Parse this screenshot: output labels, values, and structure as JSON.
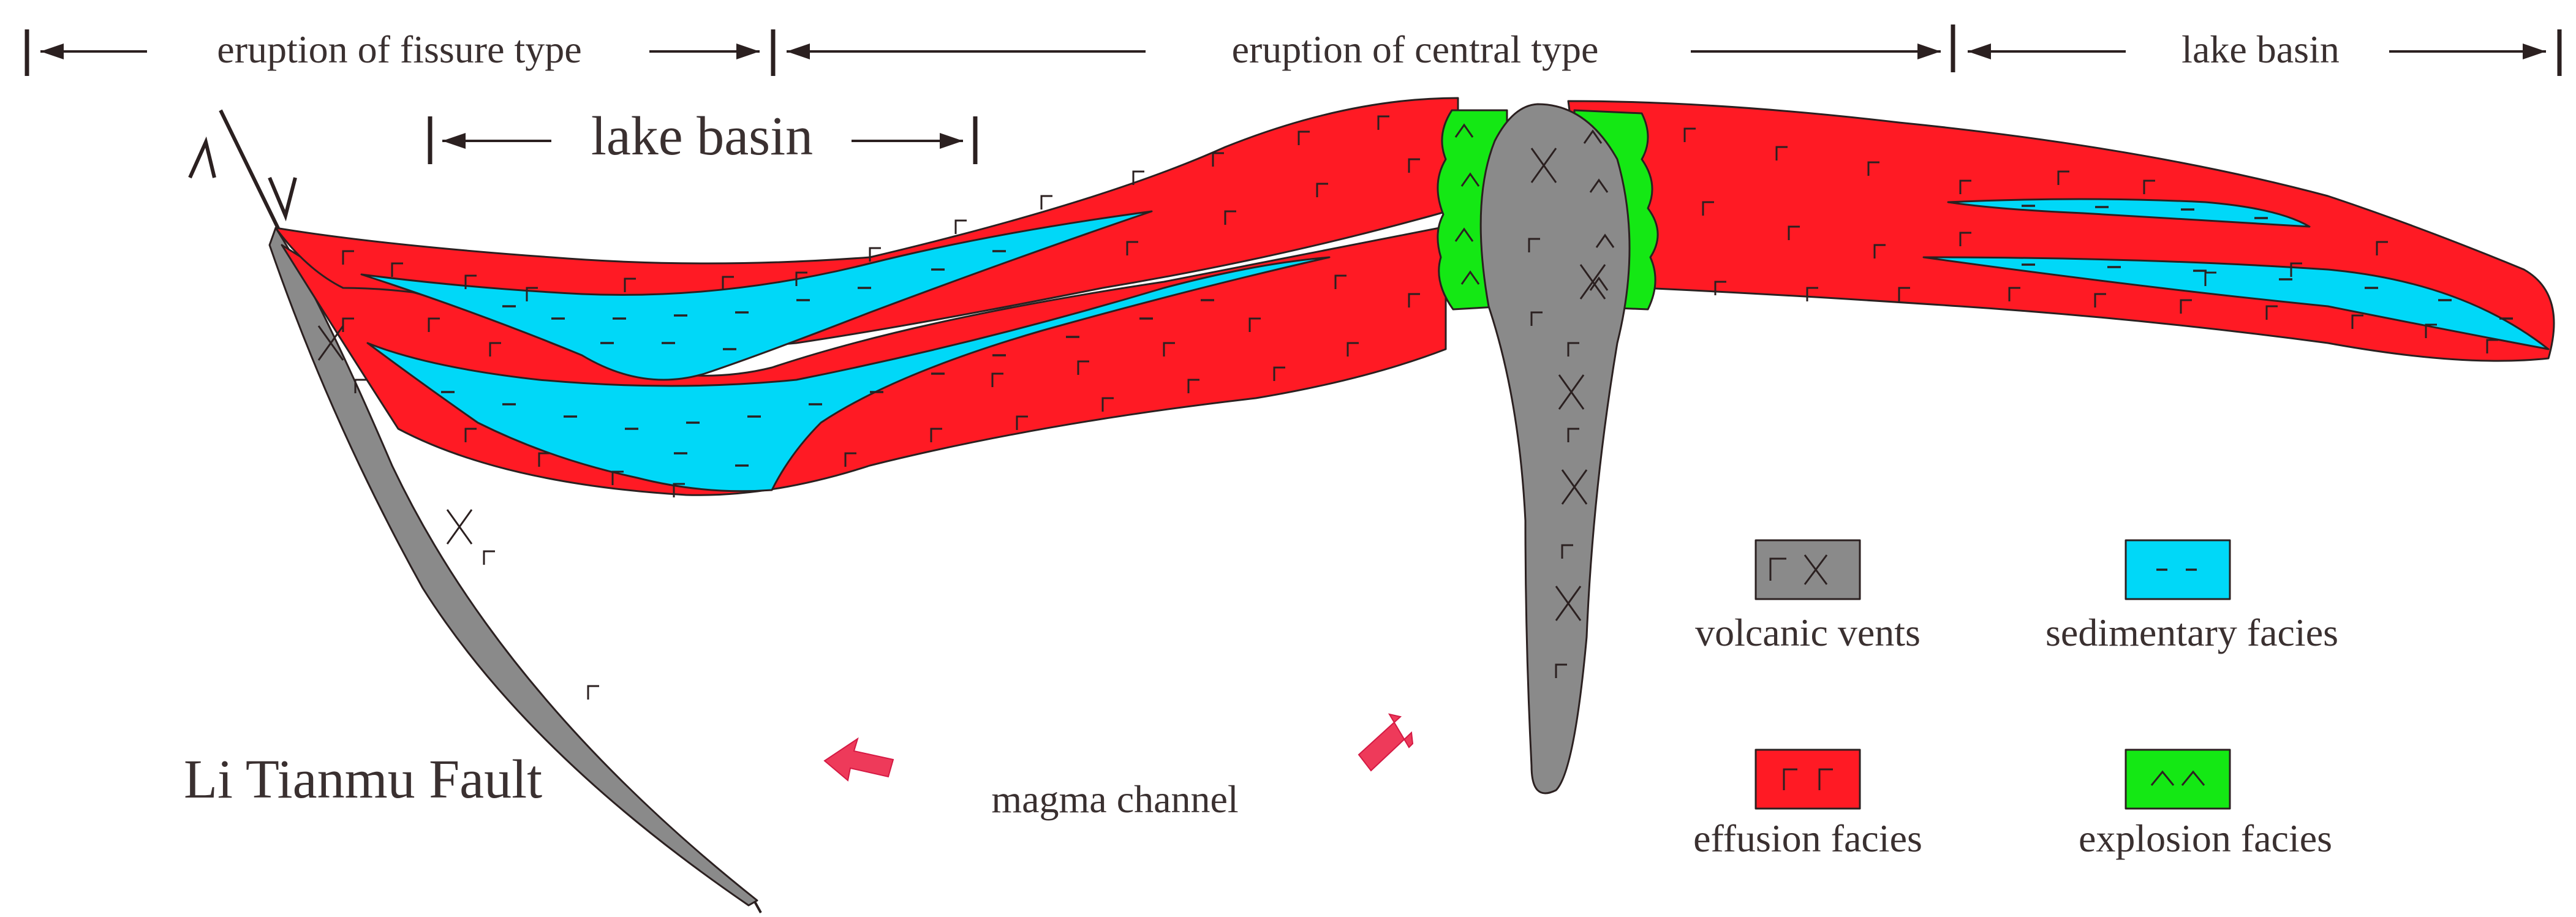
{
  "header": {
    "fissure_label": "eruption of fissure type",
    "central_label": "eruption of central type",
    "lake_right_label": "lake basin"
  },
  "annotations": {
    "lake_left_label": "lake basin",
    "fault_label": "Li Tianmu Fault",
    "magma_label": "magma channel"
  },
  "legend": {
    "items": [
      {
        "key": "volcanic_vents",
        "label": "volcanic vents",
        "color": "#8a8a8a"
      },
      {
        "key": "sedimentary",
        "label": "sedimentary facies",
        "color": "#00d8f8"
      },
      {
        "key": "effusion",
        "label": "effusion facies",
        "color": "#ff1a24"
      },
      {
        "key": "explosion",
        "label": "explosion facies",
        "color": "#14e814"
      }
    ]
  },
  "colors": {
    "effusion": "#ff1a24",
    "sedimentary": "#00d8f8",
    "explosion": "#14e814",
    "vent": "#8a8a8a",
    "arrow": "#ee3a5a",
    "line": "#2b2020"
  }
}
